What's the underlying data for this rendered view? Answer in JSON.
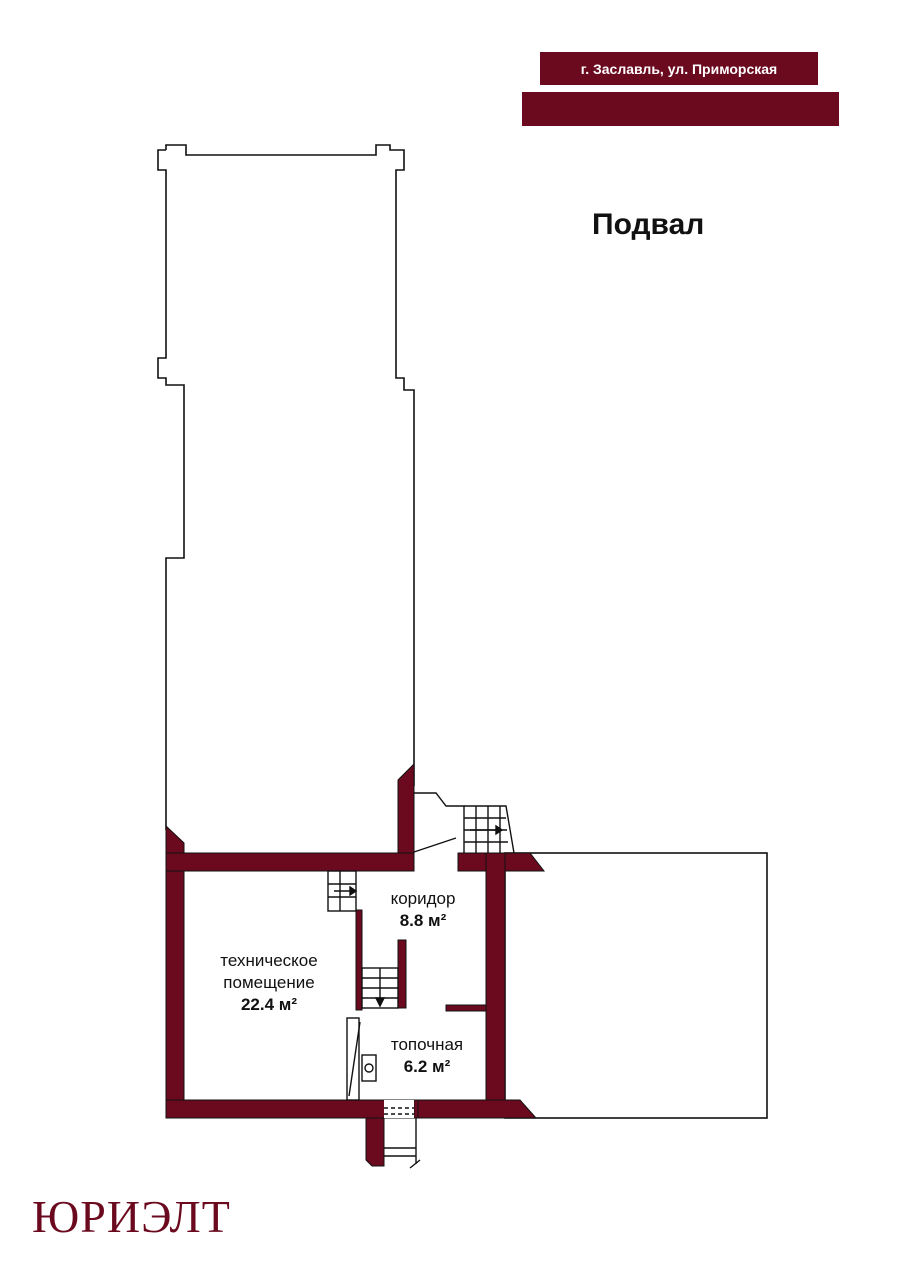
{
  "header": {
    "address": "г. Заславль, ул. Приморская"
  },
  "floor_title": "Подвал",
  "rooms": [
    {
      "name": "коридор",
      "area": "8.8 м²"
    },
    {
      "name": "техническое помещение",
      "name_line1": "техническое",
      "name_line2": "помещение",
      "area": "22.4 м²"
    },
    {
      "name": "топочная",
      "area": "6.2 м²"
    }
  ],
  "colors": {
    "wall": "#6b0a1f",
    "outline": "#111111",
    "background": "#ffffff"
  },
  "brand": {
    "logo": "ЮРИЭЛТ"
  }
}
